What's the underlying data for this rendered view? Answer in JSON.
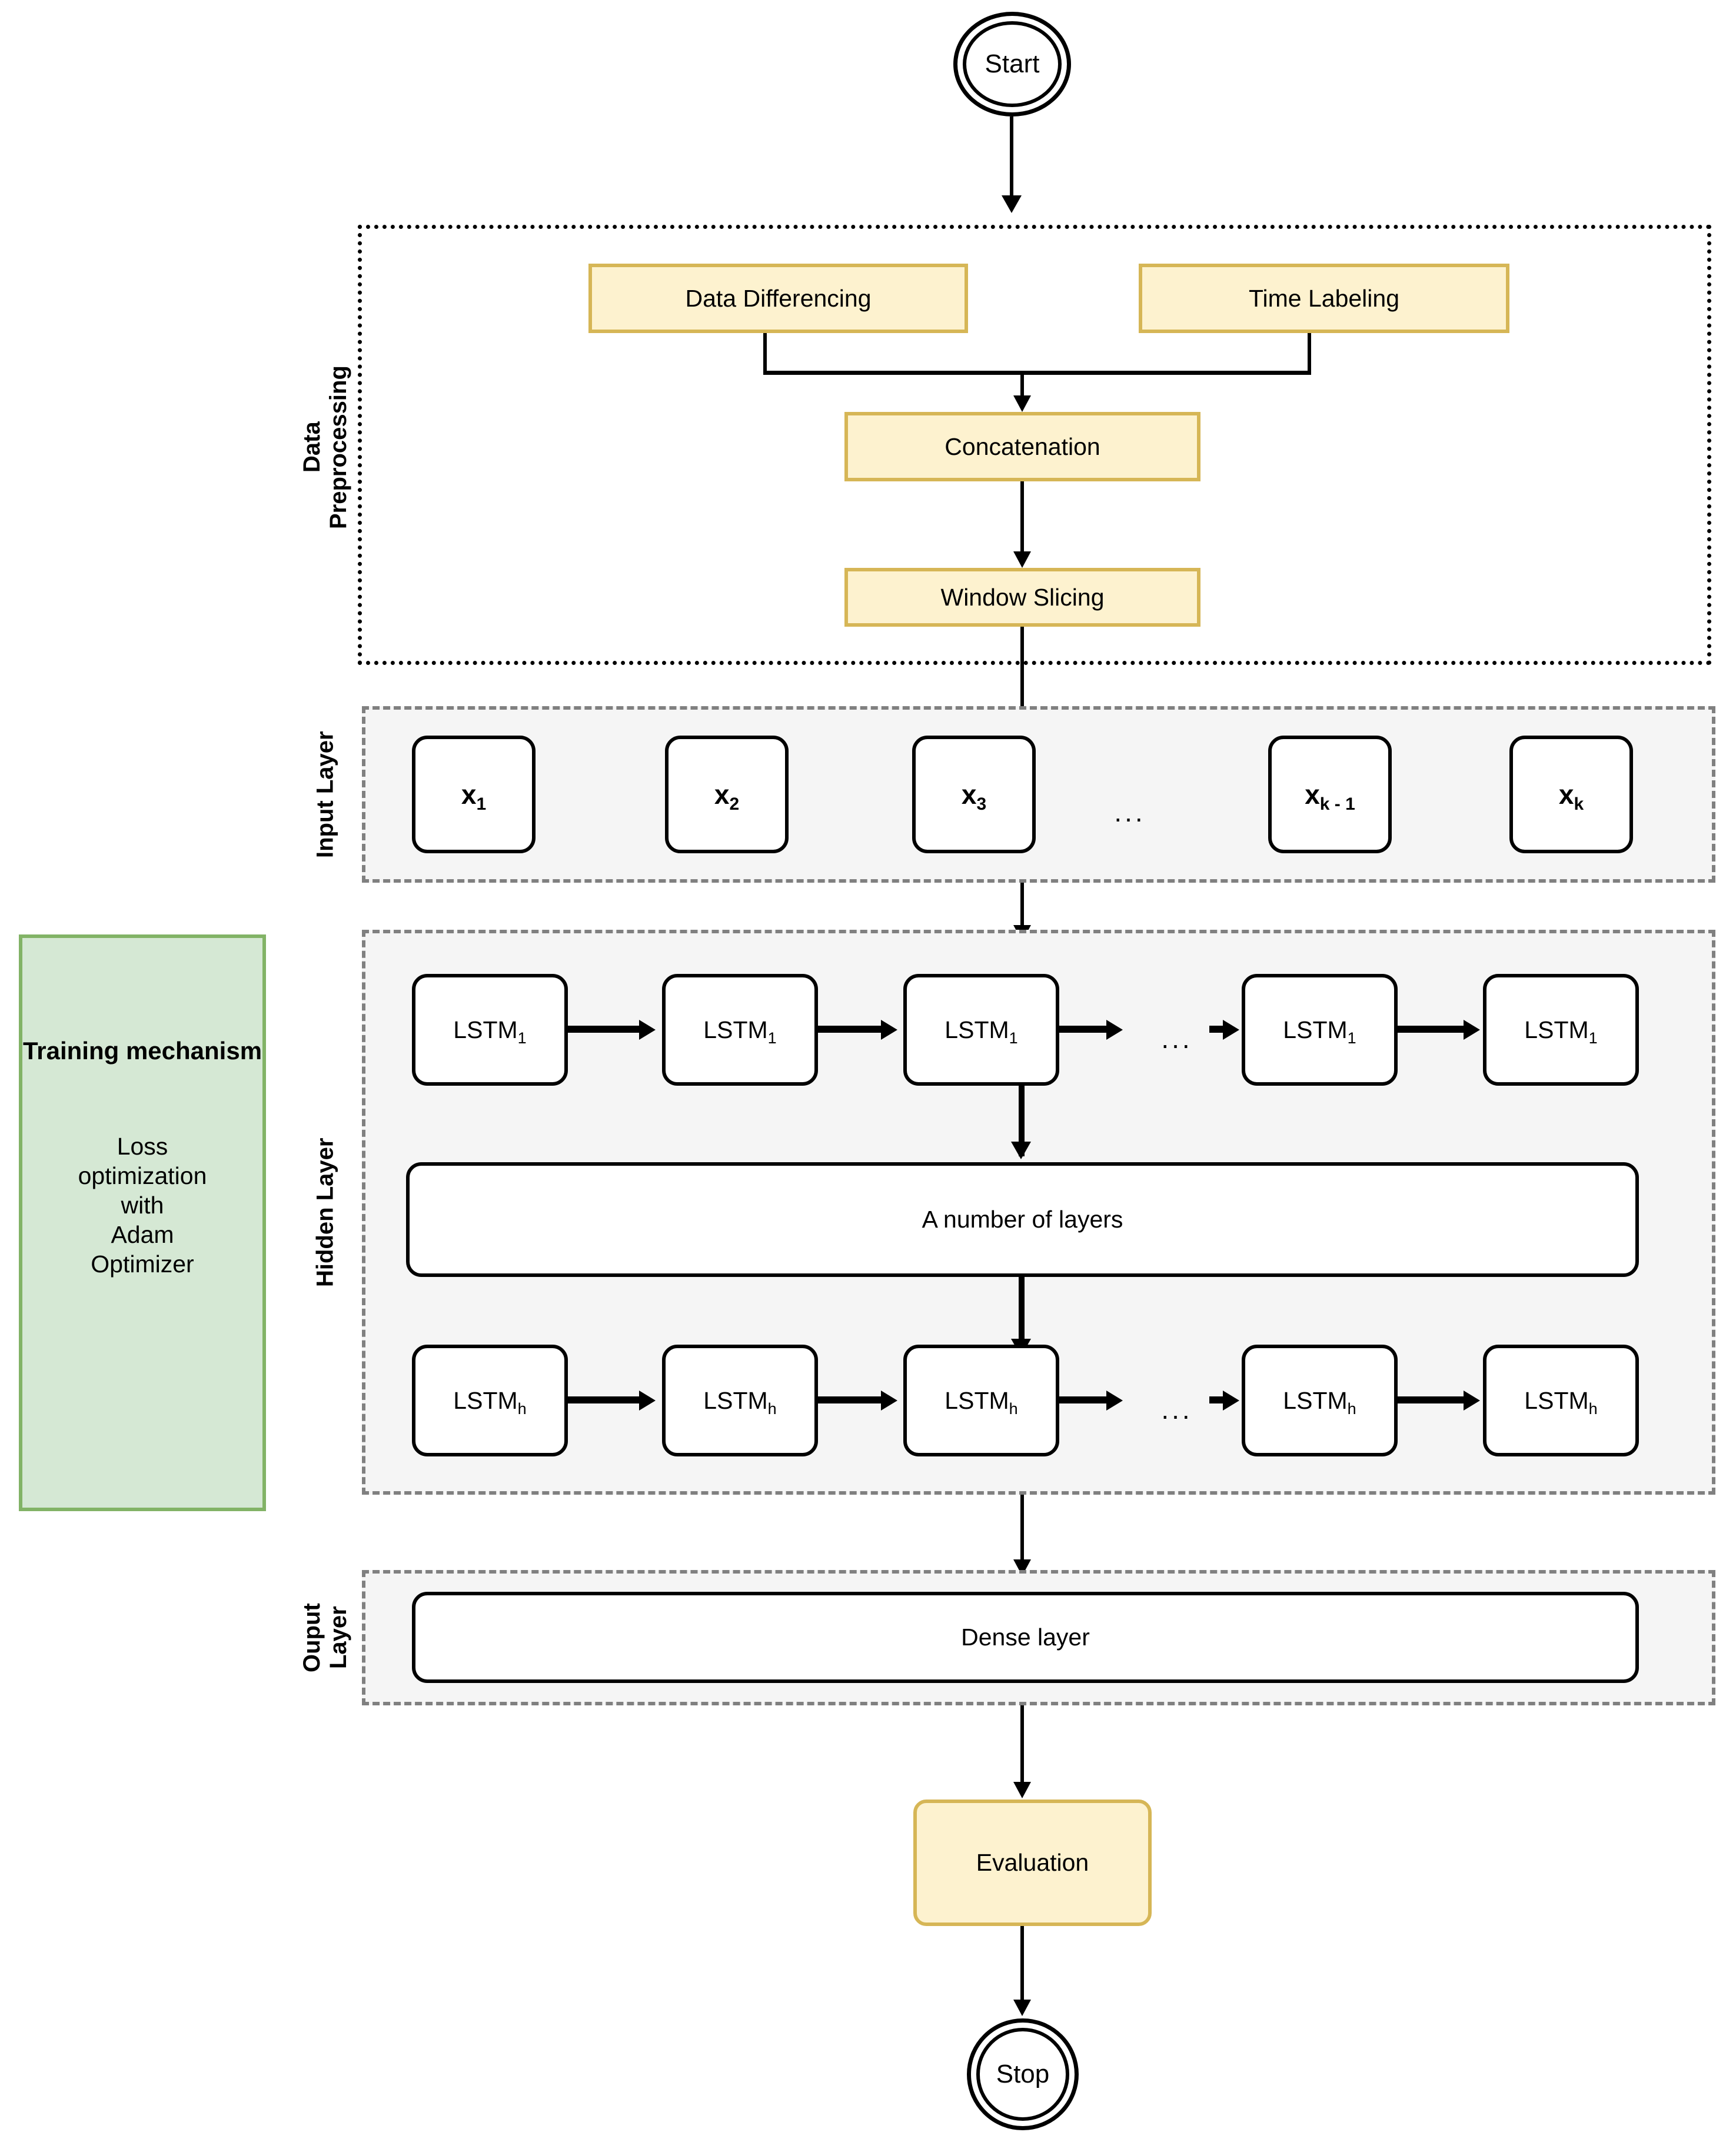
{
  "diagram": {
    "title_present": false,
    "colors": {
      "process_fill": "#fdf2cf",
      "process_border": "#d6b656",
      "node_fill": "#ffffff",
      "node_border": "#000000",
      "training_fill": "#d5e8d4",
      "training_border": "#82b366",
      "section_fill": "#f5f5f5",
      "section_border": "#808080",
      "preproc_border": "#000000",
      "connector": "#000000"
    }
  },
  "terminators": {
    "start": "Start",
    "stop": "Stop"
  },
  "sections": {
    "preprocessing": {
      "label": "Data\nPreprocessing",
      "boxes": {
        "data_differencing": "Data Differencing",
        "time_labeling": "Time Labeling",
        "concatenation": "Concatenation",
        "window_slicing": "Window Slicing"
      }
    },
    "input_layer": {
      "label": "Input Layer",
      "nodes": [
        {
          "base": "x",
          "sub": "1"
        },
        {
          "base": "x",
          "sub": "2"
        },
        {
          "base": "x",
          "sub": "3"
        },
        {
          "base": "x",
          "sub": "k - 1"
        },
        {
          "base": "x",
          "sub": "k"
        }
      ],
      "ellipsis": "..."
    },
    "hidden_layer": {
      "label": "Hidden Layer",
      "first_row": [
        {
          "base": "LSTM",
          "sub": "1"
        },
        {
          "base": "LSTM",
          "sub": "1"
        },
        {
          "base": "LSTM",
          "sub": "1"
        },
        {
          "base": "LSTM",
          "sub": "1"
        },
        {
          "base": "LSTM",
          "sub": "1"
        }
      ],
      "middle_box": "A number of layers",
      "last_row": [
        {
          "base": "LSTM",
          "sub": "h"
        },
        {
          "base": "LSTM",
          "sub": "h"
        },
        {
          "base": "LSTM",
          "sub": "h"
        },
        {
          "base": "LSTM",
          "sub": "h"
        },
        {
          "base": "LSTM",
          "sub": "h"
        }
      ],
      "ellipsis": "..."
    },
    "output_layer": {
      "label": "Ouput Layer",
      "dense": "Dense layer"
    }
  },
  "training": {
    "title": "Training\nmechanism",
    "body": "Loss\noptimization\nwith\nAdam\nOptimizer"
  },
  "evaluation": {
    "label": "Evaluation"
  }
}
